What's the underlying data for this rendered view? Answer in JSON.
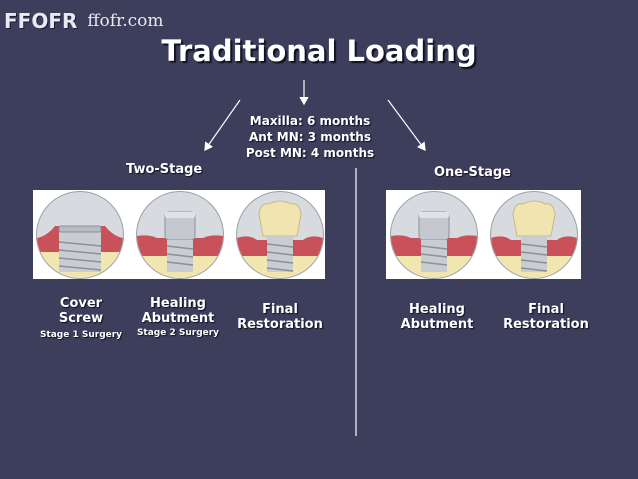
{
  "brand": {
    "logo_text": "FFOFR",
    "site": "ffofr.com"
  },
  "title": "Traditional Loading",
  "center_times": [
    "Maxilla: 6 months",
    "Ant MN: 3 months",
    "Post MN: 4 months"
  ],
  "two_stage": {
    "heading": "Two-Stage",
    "items": [
      {
        "label1": "Cover",
        "label2": "Screw",
        "sub": "Stage 1 Surgery"
      },
      {
        "label1": "Healing",
        "label2": "Abutment",
        "sub": "Stage 2 Surgery"
      },
      {
        "label1": "Final",
        "label2": "Restoration"
      }
    ]
  },
  "one_stage": {
    "heading": "One-Stage",
    "items": [
      {
        "label1": "Healing",
        "label2": "Abutment"
      },
      {
        "label1": "Final",
        "label2": "Restoration"
      }
    ]
  },
  "colors": {
    "background": "#3d3d5c",
    "gum": "#c9525a",
    "bone": "#f2e6b0",
    "crown": "#f0e4b0"
  }
}
